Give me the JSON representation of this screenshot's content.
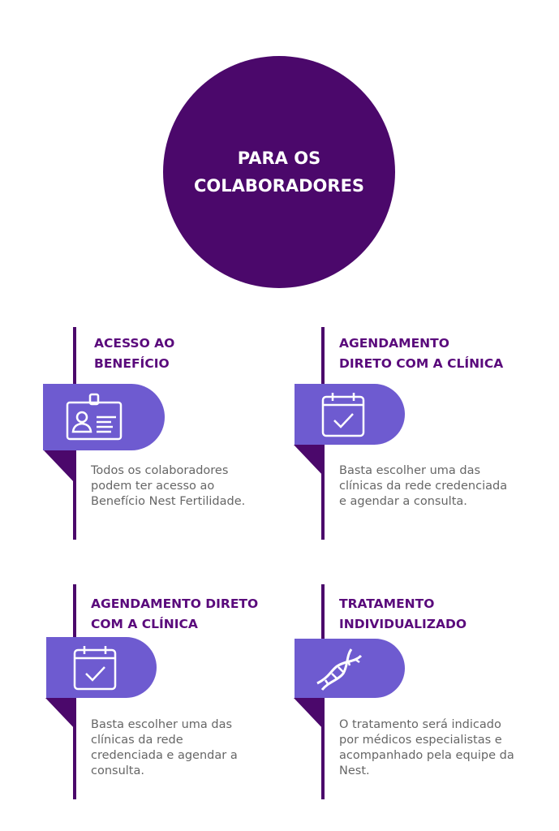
{
  "header": {
    "title": "PARA OS COLABORADORES"
  },
  "cards": [
    {
      "title_line1": "ACESSO AO",
      "title_line2": "BENEFÍCIO",
      "icon": "id-badge-icon",
      "text": "Todos os colaboradores podem ter acesso ao Benefício Nest Fertilidade."
    },
    {
      "title_line1": "AGENDAMENTO",
      "title_line2": "DIRETO COM A CLÍNICA",
      "icon": "calendar-check-icon",
      "text": "Basta escolher uma das clínicas da rede credenciada e agendar a consulta."
    },
    {
      "title_line1": "AGENDAMENTO DIRETO",
      "title_line2": "COM A CLÍNICA",
      "icon": "calendar-check-icon",
      "text": "Basta escolher uma das clínicas da rede credenciada e agendar a consulta."
    },
    {
      "title_line1": "TRATAMENTO",
      "title_line2": "INDIVIDUALIZADO",
      "icon": "dna-icon",
      "text": "O tratamento será indicado por médicos especialistas e acompanhado pela equipe da Nest."
    }
  ],
  "colors": {
    "dark_purple": "#4b086b",
    "tab_purple": "#6e5bd0",
    "text_gray": "#666666"
  }
}
